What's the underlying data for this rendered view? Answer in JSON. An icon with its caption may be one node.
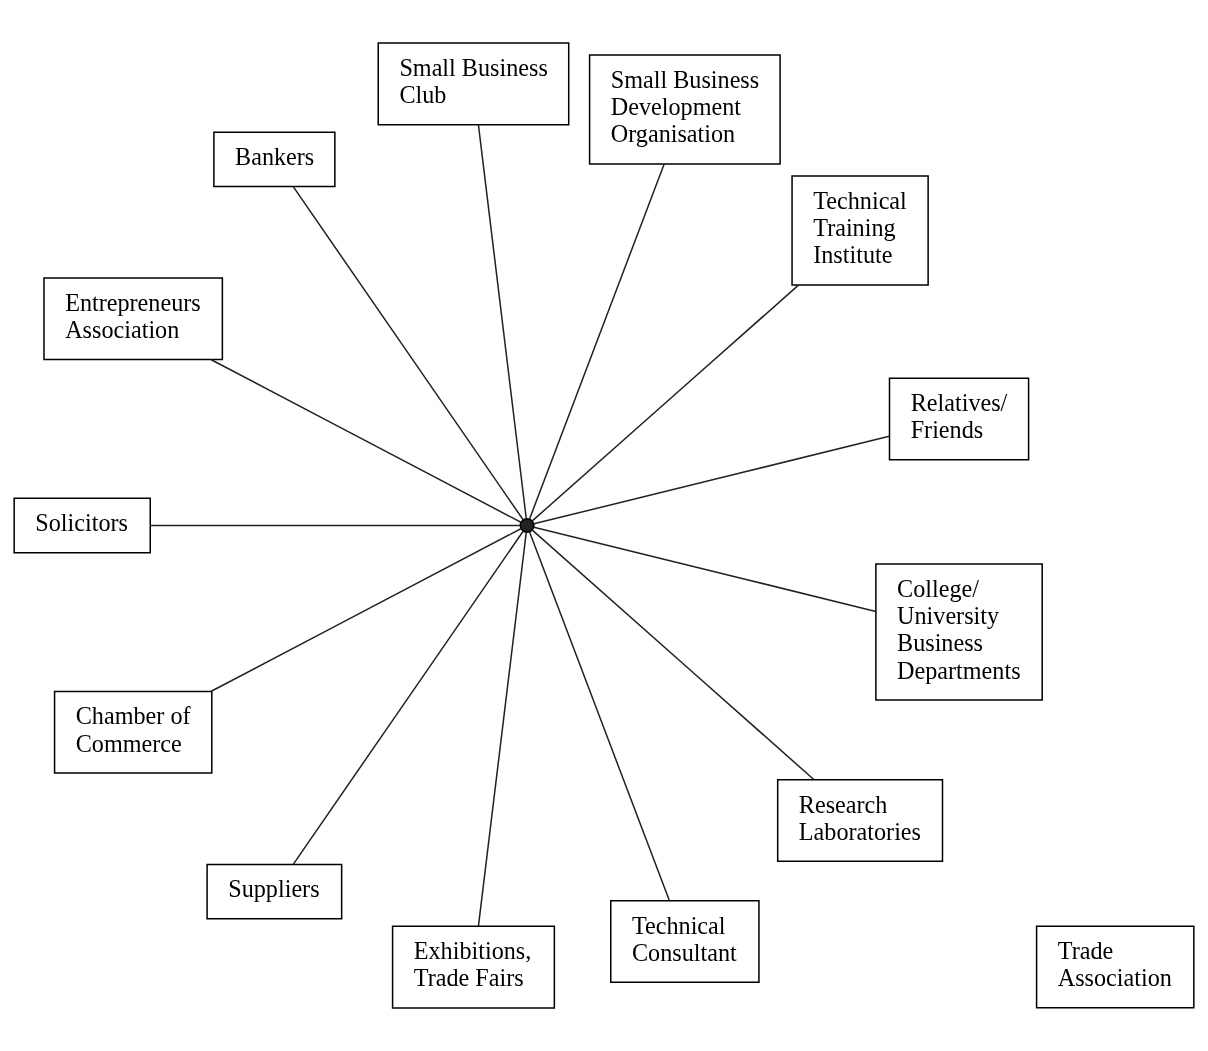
{
  "diagram": {
    "nodes": [
      {
        "text": [
          "Relatives/ Friends"
        ]
      },
      {
        "text": [
          "Technical Training Institute"
        ]
      },
      {
        "text": [
          "Small Business Development Organisation"
        ]
      },
      {
        "text": [
          "Small Business Club"
        ]
      },
      {
        "text": [
          "Trade Association"
        ]
      },
      {
        "text": [
          "Bankers"
        ]
      },
      {
        "text": [
          "Entrepreneurs Association"
        ]
      },
      {
        "text": [],
        "shape": "circle"
      },
      {
        "text": [
          "Solicitors"
        ]
      },
      {
        "text": [
          "Chamber of Commerce"
        ]
      },
      {
        "text": [
          "Suppliers"
        ]
      },
      {
        "text": [
          "Exhibitions, Trade Fairs"
        ]
      },
      {
        "text": [
          "Technical Consultant"
        ]
      },
      {
        "text": [
          "Research Laboratories"
        ]
      },
      {
        "text": [
          "College/ University Business Departments"
        ]
      }
    ],
    "edges": [
      {
        "from": 7,
        "to": 0,
        "arrow": "none"
      },
      {
        "from": 7,
        "to": 1,
        "arrow": "none"
      },
      {
        "from": 7,
        "to": 2,
        "arrow": "none"
      },
      {
        "from": 7,
        "to": 3,
        "arrow": "none"
      },
      {
        "from": 7,
        "to": 5,
        "arrow": "none"
      },
      {
        "from": 7,
        "to": 8,
        "arrow": "none"
      },
      {
        "from": 7,
        "to": 10,
        "arrow": "none"
      },
      {
        "from": 7,
        "to": 12,
        "arrow": "none"
      },
      {
        "from": 7,
        "to": 14,
        "arrow": "none"
      },
      {
        "from": 7,
        "to": 13,
        "arrow": "none"
      },
      {
        "from": 7,
        "to": 11,
        "arrow": "none"
      },
      {
        "from": 7,
        "to": 9,
        "arrow": "none"
      },
      {
        "from": 7,
        "to": 6,
        "arrow": "none"
      }
    ]
  }
}
